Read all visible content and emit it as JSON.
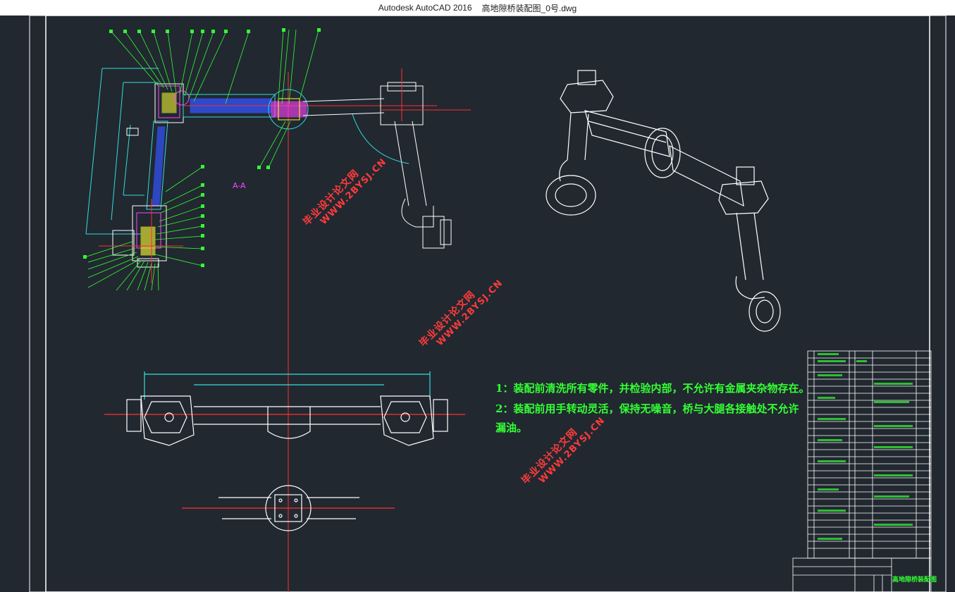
{
  "window": {
    "app_title": "Autodesk AutoCAD 2016",
    "file_name": "高地隙桥装配图_0号.dwg"
  },
  "drawing": {
    "section_label": "A-A",
    "notes": [
      "1：装配前清洗所有零件，并检验内部，不允许有金属夹杂物存在。",
      "2：装配前用手转动灵活，保持无噪音，桥与大腿各接触处不允许",
      "漏油。"
    ],
    "watermark_text": "毕业设计论文网",
    "watermark_site": "WWW.2BYSJ.CN",
    "title_block_name": "高地隙桥装配图"
  },
  "colors": {
    "background": "#212830",
    "leader_green": "#33ff33",
    "outline_white": "#ffffff",
    "center_red": "#ff3030",
    "dimension_cyan": "#33dddd",
    "part_blue": "#3355ff",
    "part_magenta": "#ff44ff",
    "part_yellow": "#ffff33"
  }
}
